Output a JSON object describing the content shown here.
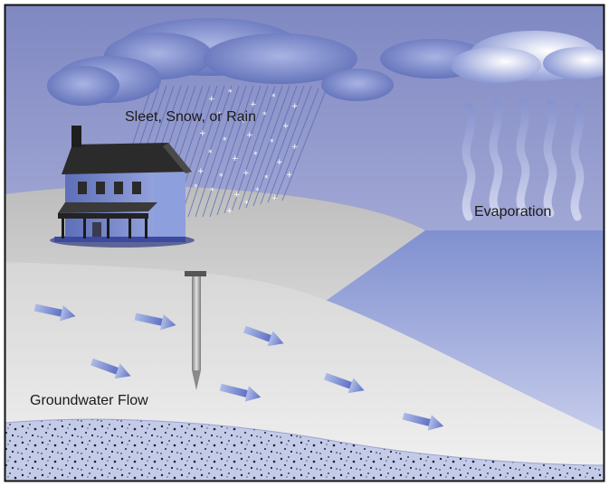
{
  "labels": {
    "precipitation": "Sleet, Snow, or Rain",
    "evaporation": "Evaporation",
    "groundwater": "Groundwater Flow"
  },
  "colors": {
    "sky": "#8c93c9",
    "cloud": "#7e8ccc",
    "house_wall": "#6f80c4",
    "roof": "#2b2b2b",
    "lake": "#8a9ad6",
    "land_upper": "#c8c8c8",
    "land_lower": "#e6e6e6",
    "gravel": "#c6cee9",
    "arrow": "#7f90d4",
    "well": "#a9a9a9"
  },
  "icons": [
    "cloud-icon",
    "house-icon",
    "well-icon",
    "rain-streaks",
    "snowflakes",
    "evaporation-waves",
    "flow-arrows",
    "gravel-layer"
  ]
}
